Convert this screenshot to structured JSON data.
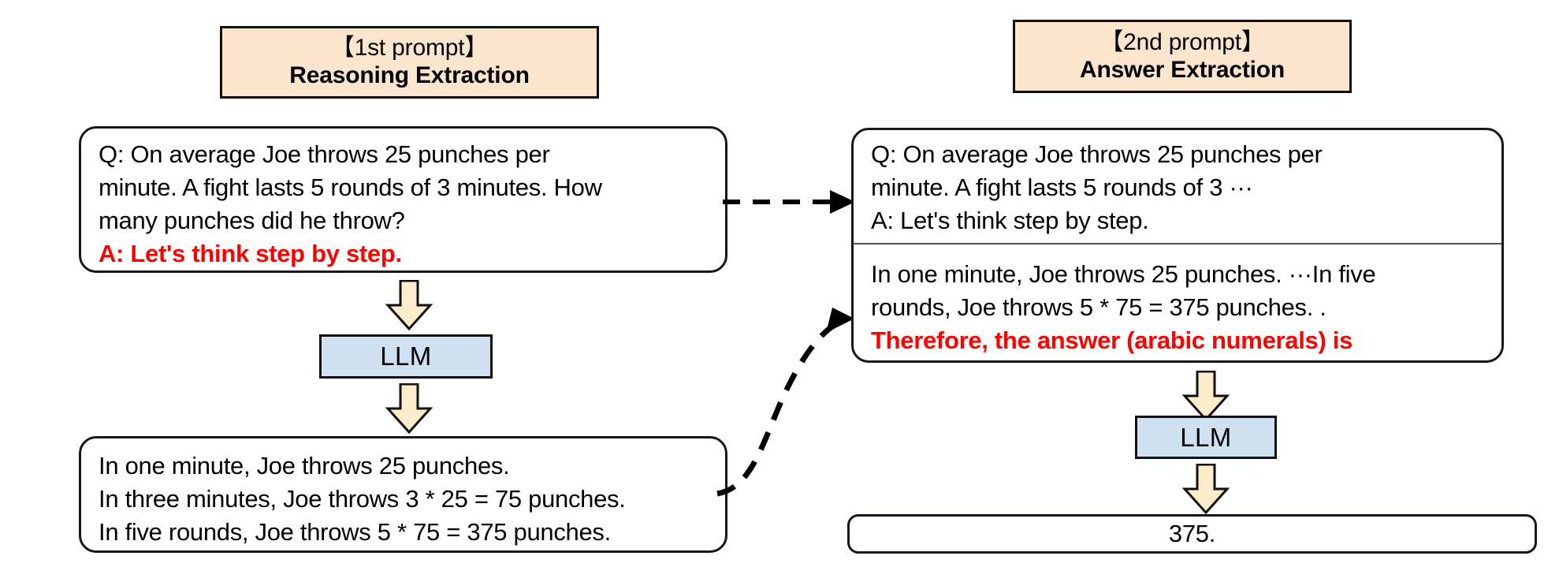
{
  "diagram": {
    "left_column": {
      "header": {
        "line1": "【1st prompt】",
        "line2": "Reasoning Extraction"
      },
      "prompt_box": {
        "lines": [
          "Q: On average Joe throws 25 punches per",
          "minute.  A fight lasts 5 rounds of 3 minutes.  How",
          "many punches did he throw?"
        ],
        "highlight_line": "A: Let's think step by step."
      },
      "model_label": "LLM",
      "output_box": {
        "lines": [
          "In one minute, Joe throws 25 punches.",
          "In three minutes, Joe throws 3 * 25 = 75 punches.",
          "In five rounds, Joe throws 5 * 75 = 375 punches."
        ]
      }
    },
    "right_column": {
      "header": {
        "line1": "【2nd prompt】",
        "line2": "Answer Extraction"
      },
      "prompt_box": {
        "top_lines": [
          "Q: On average Joe throws 25 punches per",
          "minute.  A fight lasts 5 rounds of 3 ···",
          "A: Let's think step by step."
        ],
        "bottom_lines": [
          "In one minute, Joe throws 25 punches. ···In five",
          "rounds, Joe throws 5 * 75 = 375 punches. ."
        ],
        "highlight_line": "Therefore, the answer (arabic numerals) is"
      },
      "model_label": "LLM",
      "answer_box": {
        "text": "375."
      }
    },
    "colors": {
      "header_fill": "#fce5cd",
      "model_fill": "#cfe0f0",
      "arrow_fill": "#fdecc9",
      "highlight_text": "#ff0000",
      "outline": "#14181c",
      "divider": "#4b5563"
    }
  }
}
